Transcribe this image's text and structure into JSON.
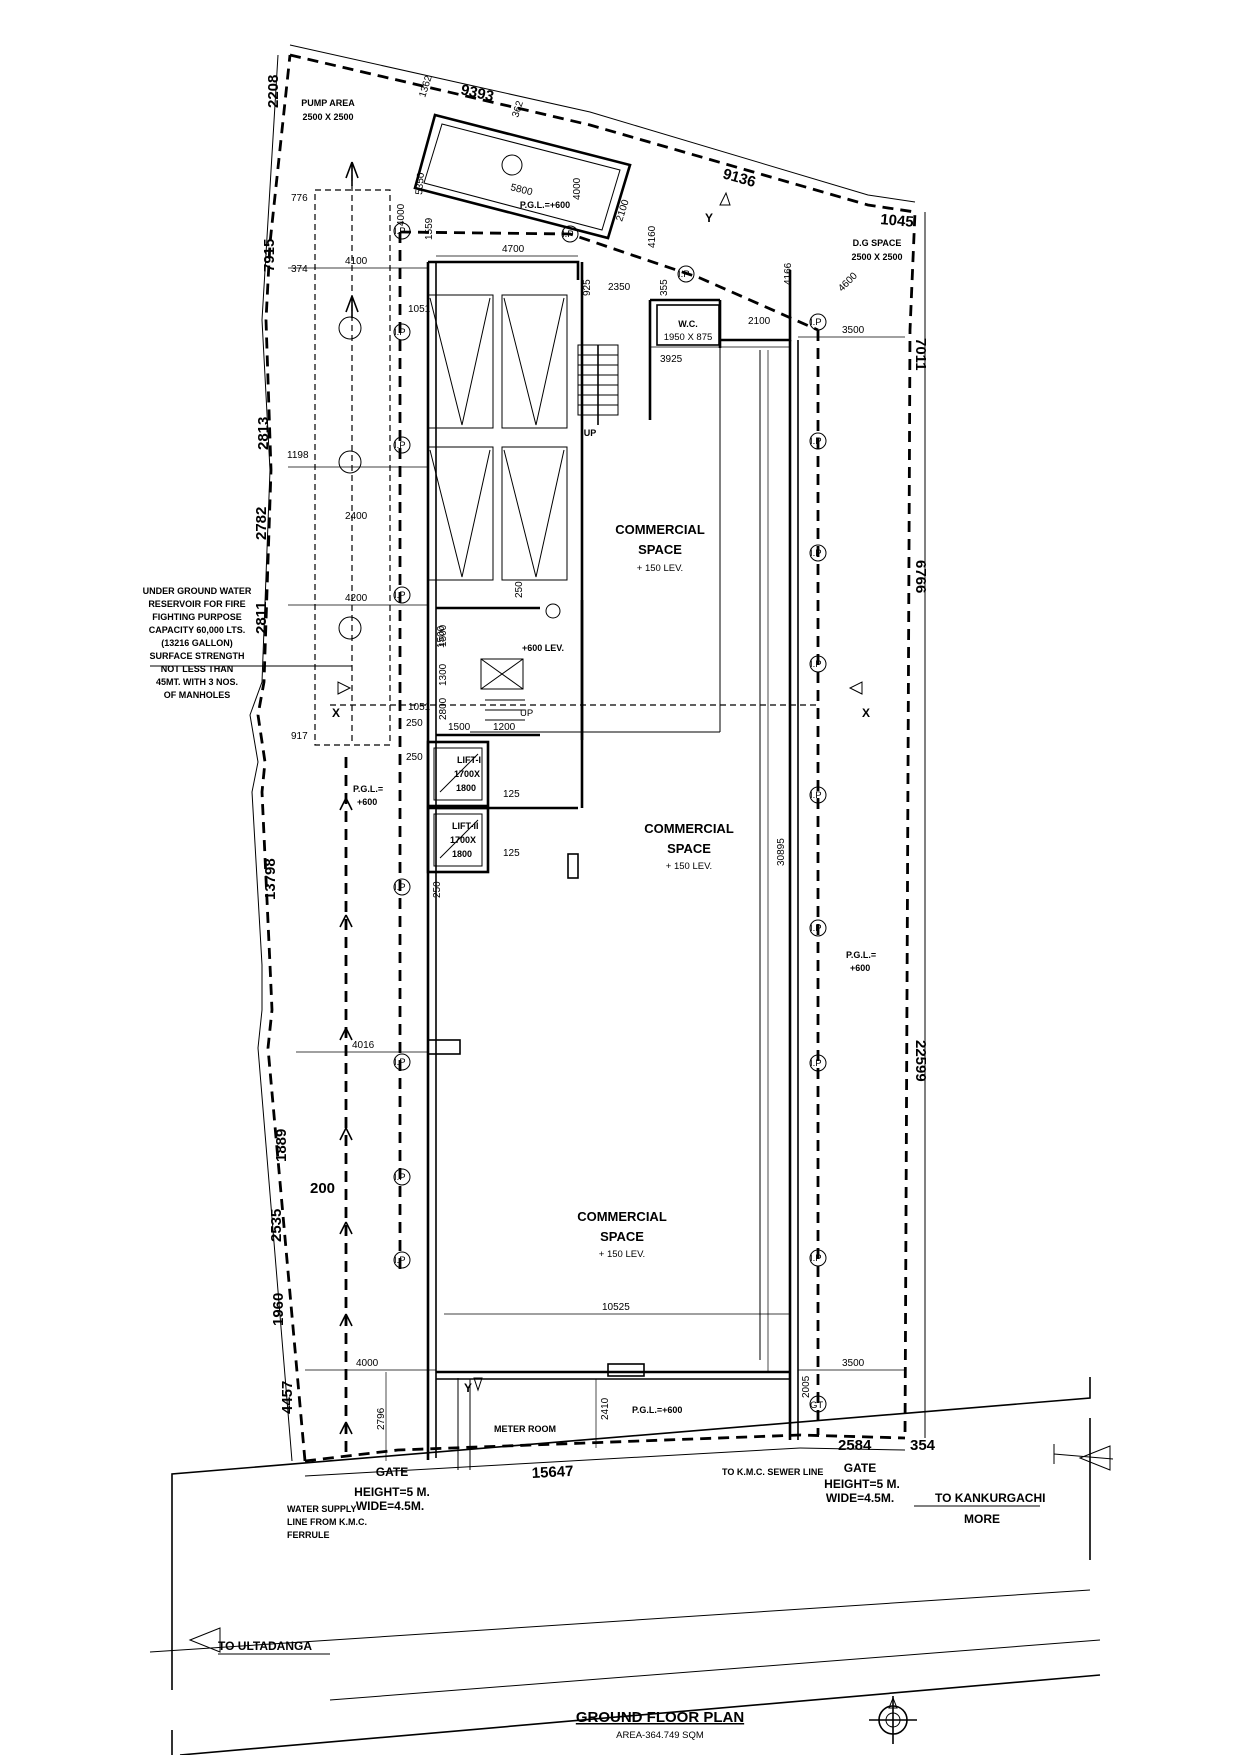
{
  "title": "GROUND FLOOR PLAN",
  "area": "AREA-364.749 SQM",
  "rooms": {
    "commercial_1": "COMMERCIAL",
    "commercial_2": "COMMERCIAL",
    "commercial_3": "COMMERCIAL",
    "space": "SPACE",
    "lev_150": "+ 150 LEV.",
    "lev_600": "+600 LEV.",
    "wc": "W.C.",
    "wc_size": "1950 X 875",
    "pump_area": "PUMP AREA",
    "pump_size": "2500 X 2500",
    "dg_space": "D.G SPACE",
    "dg_size": "2500 X 2500",
    "lift_1": "LIFT-I",
    "lift_1_size_a": "1700X",
    "lift_1_size_b": "1800",
    "lift_2": "LIFT-II",
    "lift_2_size_a": "1700X",
    "lift_2_size_b": "1800",
    "meter_room": "METER ROOM",
    "up_1": "UP",
    "up_2": "UP"
  },
  "reservoir_note": [
    "UNDER GROUND WATER",
    "RESERVOIR FOR FIRE",
    "FIGHTING PURPOSE",
    "CAPACITY 60,000 LTS.",
    "(13216 GALLON)",
    "SURFACE STRENGTH",
    "NOT LESS THAN",
    "45MT. WITH 3 NOS.",
    "OF MANHOLES"
  ],
  "pgl": {
    "top": "P.G.L.=+600",
    "left_a": "P.G.L.=",
    "left_b": "+600",
    "right_a": "P.G.L.=",
    "right_b": "+600",
    "bottom": "P.G.L.=+600"
  },
  "gates": {
    "left": "GATE",
    "left_height": "HEIGHT=5 M.",
    "left_wide": "WIDE=4.5M.",
    "right": "GATE",
    "right_height": "HEIGHT=5 M.",
    "right_wide": "WIDE=4.5M."
  },
  "notes": {
    "water_supply": [
      "WATER SUPPLY",
      "LINE FROM K.M.C.",
      "FERRULE"
    ],
    "sewer": "TO K.M.C. SEWER LINE",
    "to_ultadanga": "TO ULTADANGA",
    "to_kankurgachi": "TO KANKURGACHI",
    "more": "MORE"
  },
  "boundary_dims": {
    "top_1": "9393",
    "top_2": "9136",
    "top_3": "1045",
    "left_2208": "2208",
    "left_7915": "7915",
    "left_2813": "2813",
    "left_2782": "2782",
    "left_2811": "2811",
    "left_13798": "13798",
    "left_1889": "1889",
    "left_200": "200",
    "left_2535": "2535",
    "left_1960": "1960",
    "left_4457": "4457",
    "right_7011": "7011",
    "right_6766": "6766",
    "right_22599": "22599",
    "bottom_15647": "15647",
    "bottom_2584": "2584",
    "bottom_354": "354"
  },
  "inner_dims": {
    "d4700": "4700",
    "d4100": "4100",
    "d2400": "2400",
    "d4200": "4200",
    "d4016": "4016",
    "d4000": "4000",
    "d10525": "10525",
    "d3500_top": "3500",
    "d3500_bottom": "3500",
    "d3925": "3925",
    "d2350": "2350",
    "d2100": "2100",
    "d776": "776",
    "d374": "374",
    "d1198": "1198",
    "d917": "917",
    "d1051_a": "1051",
    "d1051_b": "1051",
    "d250_a": "250",
    "d250_b": "250",
    "d250_c": "250",
    "d250_d": "250",
    "d1500_a": "1500",
    "d1500_b": "1500",
    "d1200": "1200",
    "d125_a": "125",
    "d125_b": "125",
    "d30895": "30895",
    "d2796": "2796",
    "d2410": "2410",
    "d2005": "2005",
    "d4160": "4160",
    "d4166": "4166",
    "d4600": "4600",
    "d5800": "5800",
    "d4000_v": "4000",
    "d2100_v": "2100",
    "d1362": "1362",
    "d5350": "5350",
    "d4000_a": "4000",
    "d1559": "1559",
    "d925": "925",
    "d355": "355",
    "d1500_v": "1500",
    "d1300": "1300",
    "d2800": "2800",
    "d362": "362"
  },
  "markers": {
    "ip": "I.P",
    "x": "X",
    "y": "Y",
    "gt": "GT"
  }
}
